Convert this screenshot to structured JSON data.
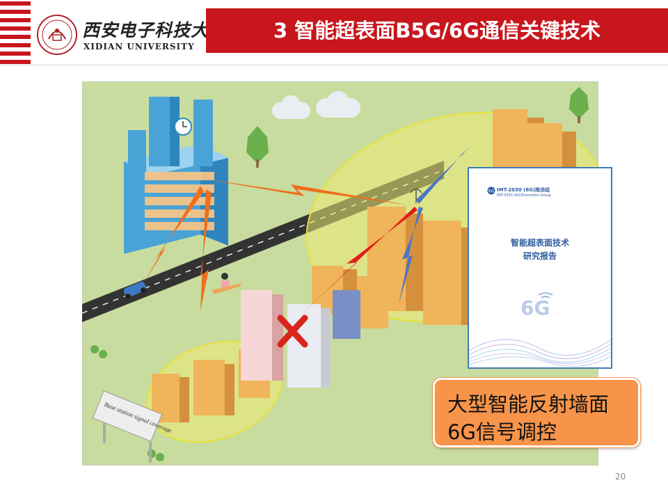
{
  "header": {
    "university_cn": "西安电子科技大学",
    "university_en": "XIDIAN UNIVERSITY",
    "title": "3 智能超表面B5G/6G通信关键技术"
  },
  "scene": {
    "sign_text": "Base station signal coverage"
  },
  "report": {
    "org_cn": "IMT-2030 (6G)推进组",
    "org_en": "IMT-2030 (6G)Promotion Group",
    "title_line1": "智能超表面技术",
    "title_line2": "研究报告",
    "logo_text": "6G"
  },
  "callout": {
    "line1": "大型智能反射墙面",
    "line2": "6G信号调控"
  },
  "page_number": "20",
  "colors": {
    "brand_red": "#c8161d",
    "callout_orange": "#f7944a",
    "report_blue": "#2e5d9f",
    "ground_green": "#c9dca0"
  }
}
